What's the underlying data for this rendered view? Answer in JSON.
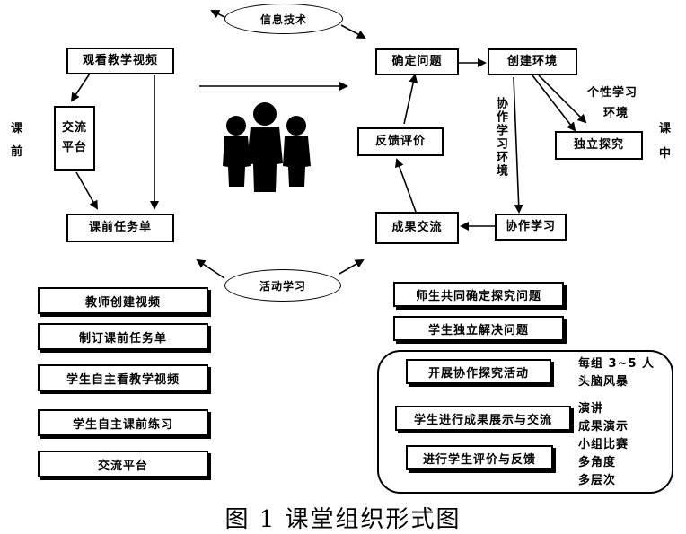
{
  "diagram": {
    "top_ellipse": "信息技术",
    "middle_ellipse": "活动学习",
    "pre_class_label": [
      "课",
      "前"
    ],
    "in_class_label": [
      "课",
      "中"
    ],
    "pre_class_nodes": {
      "watch_video": "观看教学视频",
      "exchange_platform": [
        "交流",
        "平台"
      ],
      "task_sheet": "课前任务单"
    },
    "in_class_nodes": {
      "define_problem": "确定问题",
      "create_env": "创建环境",
      "independent_inquiry": "独立探究",
      "cooperative_learning": "协作学习",
      "result_exchange": "成果交流",
      "feedback_eval": "反馈评价"
    },
    "edge_labels": {
      "individual_env": [
        "个性学习",
        "环境"
      ],
      "cooperative_env": "协作学习环境"
    }
  },
  "left_list": [
    "教师创建视频",
    "制订课前任务单",
    "学生自主看教学视频",
    "学生自主课前练习",
    "交流平台"
  ],
  "right_list": [
    "师生共同确定探究问题",
    "学生独立解决问题"
  ],
  "activity_panel": {
    "items": [
      "开展协作探究活动",
      "学生进行成果展示与交流",
      "进行学生评价与反馈"
    ],
    "notes": [
      "每组 3~5 人",
      "头脑风暴",
      "演讲",
      "成果演示",
      "小组比赛",
      "多角度",
      "多层次"
    ]
  },
  "caption": "图 1  课堂组织形式图"
}
